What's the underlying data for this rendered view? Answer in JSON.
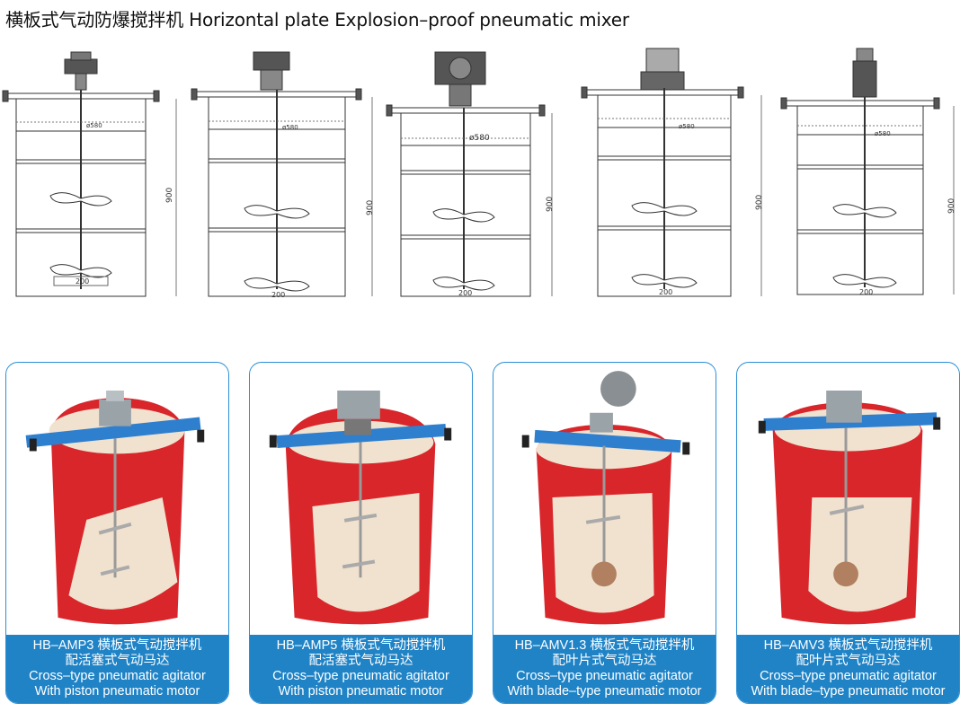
{
  "title": "横板式气动防爆搅拌机 Horizontal plate Explosion–proof pneumatic mixer",
  "drawings": [
    {
      "diameter": "ø580",
      "height": "900",
      "impeller": "200",
      "motor": "piston-motor-icon"
    },
    {
      "diameter": "ø580",
      "height": "900",
      "impeller": "200",
      "motor": "piston-motor-icon"
    },
    {
      "diameter": "ø580",
      "height": "900",
      "impeller": "200",
      "motor": "piston-motor-icon"
    },
    {
      "diameter": "ø580",
      "height": "900",
      "impeller": "200",
      "motor": "vane-motor-icon"
    },
    {
      "diameter": "ø580",
      "height": "900",
      "impeller": "200",
      "motor": "vane-motor-icon"
    }
  ],
  "products": [
    {
      "line1": "HB–AMP3 横板式气动搅拌机",
      "line2": "配活塞式气动马达",
      "line3": "Cross–type pneumatic agitator",
      "line4": "With piston pneumatic motor"
    },
    {
      "line1": "HB–AMP5 横板式气动搅拌机",
      "line2": "配活塞式气动马达",
      "line3": "Cross–type pneumatic agitator",
      "line4": "With piston pneumatic motor"
    },
    {
      "line1": "HB–AMV1.3 横板式气动搅拌机",
      "line2": "配叶片式气动马达",
      "line3": "Cross–type pneumatic agitator",
      "line4": "With blade–type pneumatic motor"
    },
    {
      "line1": "HB–AMV3 横板式气动搅拌机",
      "line2": "配叶片式气动马达",
      "line3": "Cross–type pneumatic agitator",
      "line4": "With blade–type pneumatic motor"
    }
  ],
  "colors": {
    "accent": "#1f83c6",
    "drum": "#d8262b",
    "liner": "#f1e2cf",
    "bracket": "#2f7fcf"
  }
}
